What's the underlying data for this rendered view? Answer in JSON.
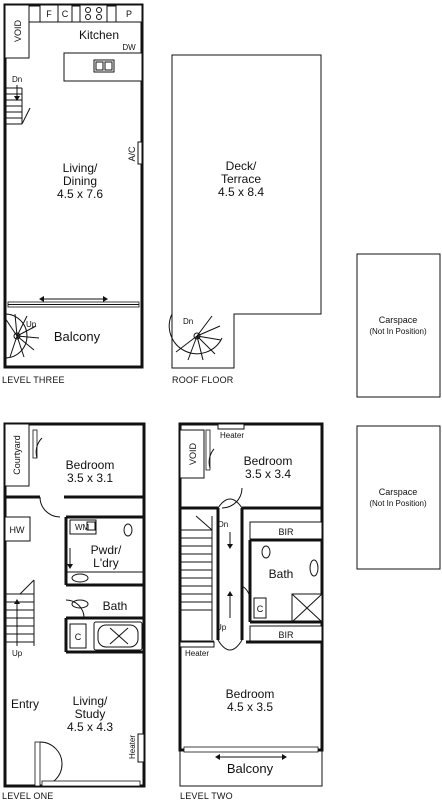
{
  "levels": {
    "three": "LEVEL THREE",
    "roof": "ROOF FLOOR",
    "one": "LEVEL ONE",
    "two": "LEVEL TWO"
  },
  "level_three": {
    "void": "VOID",
    "f": "F",
    "c": "C",
    "p": "P",
    "kitchen": "Kitchen",
    "dw": "DW",
    "dn": "Dn",
    "ac": "A/C",
    "living_name_1": "Living/",
    "living_name_2": "Dining",
    "living_size": "4.5 x 7.6",
    "up": "Up",
    "balcony": "Balcony"
  },
  "roof_floor": {
    "deck_name_1": "Deck/",
    "deck_name_2": "Terrace",
    "deck_size": "4.5 x 8.4",
    "dn": "Dn"
  },
  "carspaces": [
    {
      "name": "Carspace",
      "note": "(Not In Position)"
    },
    {
      "name": "Carspace",
      "note": "(Not In Position)"
    }
  ],
  "level_one": {
    "courtyard": "Courtyard",
    "bedroom_name": "Bedroom",
    "bedroom_size": "3.5 x 3.1",
    "hw": "HW",
    "wm": "WM",
    "pwdr_1": "Pwdr/",
    "pwdr_2": "L'dry",
    "bath": "Bath",
    "c": "C",
    "up": "Up",
    "entry": "Entry",
    "living_name_1": "Living/",
    "living_name_2": "Study",
    "living_size": "4.5 x 4.3",
    "heater": "Heater"
  },
  "level_two": {
    "heater_top": "Heater",
    "void": "VOID",
    "bedroom1_name": "Bedroom",
    "bedroom1_size": "3.5 x 3.4",
    "dn": "Dn",
    "bir_top": "BIR",
    "bath": "Bath",
    "c": "C",
    "up": "Up",
    "bir_bottom": "BIR",
    "heater_bottom": "Heater",
    "bedroom2_name": "Bedroom",
    "bedroom2_size": "4.5 x 3.5",
    "balcony": "Balcony"
  }
}
